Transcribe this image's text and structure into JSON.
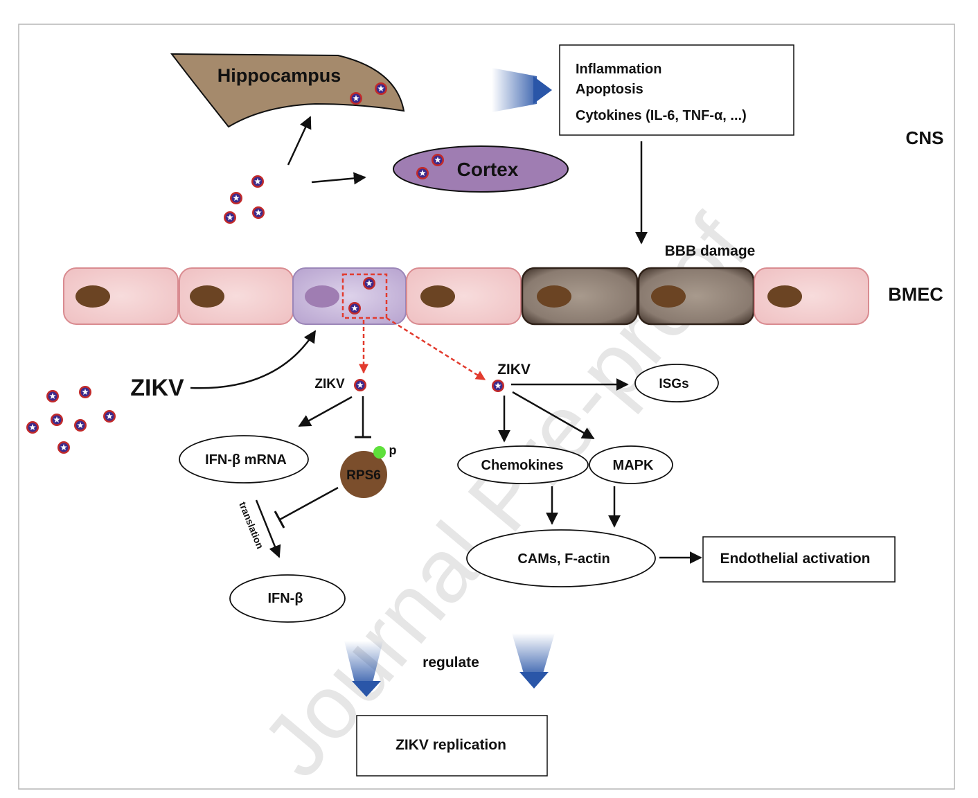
{
  "labels": {
    "hippocampus": "Hippocampus",
    "cortex": "Cortex",
    "cns_effects": [
      "Inflammation",
      "Apoptosis",
      "Cytokines (IL-6, TNF-α, ...)"
    ],
    "cns": "CNS",
    "bbb_damage": "BBB damage",
    "bmec": "BMEC",
    "zikv_large": "ZIKV",
    "zikv_left": "ZIKV",
    "zikv_right": "ZIKV",
    "ifn_mrna": "IFN-β mRNA",
    "rps6": "RPS6",
    "phospho": "p",
    "translation": "translation",
    "ifn_beta": "IFN-β",
    "isgs": "ISGs",
    "chemokines": "Chemokines",
    "mapk": "MAPK",
    "cams": "CAMs, F-actin",
    "endothelial": "Endothelial activation",
    "regulate": "regulate",
    "replication": "ZIKV replication",
    "watermark": "Journal Pre-proof"
  },
  "icons": {
    "virus": "virus-particle-icon",
    "arrow": "arrow-icon",
    "inhibit": "inhibition-bar-icon",
    "gradient_arrow": "gradient-arrow-icon"
  },
  "colors": {
    "tissue_brown": "#a58a6c",
    "cortex_purple": "#9f7db2",
    "cell_pink": "#f4d2d3",
    "cell_border": "#d98b90",
    "nucleus": "#6b4423",
    "infected_cell": "#d9cde6",
    "infected_nucleus": "#9f7db2",
    "damaged_cell": "#8f8278",
    "virus_outer": "#c22a2a",
    "virus_inner": "#3b2a8c",
    "rps6": "#7b4e2c",
    "phospho_dot": "#5ee03b",
    "dashed_red": "#e23b2e",
    "blue_arrow": "#2a56a8"
  }
}
